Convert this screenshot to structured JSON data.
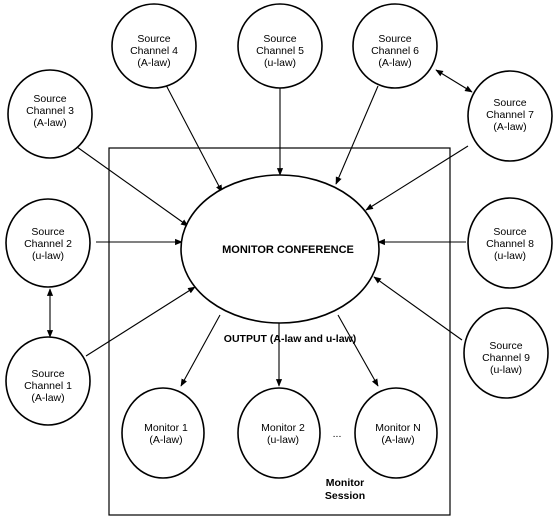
{
  "sources": [
    {
      "id": "s1",
      "lines": [
        "Source",
        "Channel 1",
        "(A-law)"
      ]
    },
    {
      "id": "s2",
      "lines": [
        "Source",
        "Channel 2",
        "(u-law)"
      ]
    },
    {
      "id": "s3",
      "lines": [
        "Source",
        "Channel 3",
        "(A-law)"
      ]
    },
    {
      "id": "s4",
      "lines": [
        "Source",
        "Channel 4",
        "(A-law)"
      ]
    },
    {
      "id": "s5",
      "lines": [
        "Source",
        "Channel 5",
        "(u-law)"
      ]
    },
    {
      "id": "s6",
      "lines": [
        "Source",
        "Channel 6",
        "(A-law)"
      ]
    },
    {
      "id": "s7",
      "lines": [
        "Source",
        "Channel 7",
        "(A-law)"
      ]
    },
    {
      "id": "s8",
      "lines": [
        "Source",
        "Channel 8",
        "(u-law)"
      ]
    },
    {
      "id": "s9",
      "lines": [
        "Source",
        "Channel 9",
        "(u-law)"
      ]
    }
  ],
  "conference": {
    "label": "MONITOR CONFERENCE"
  },
  "output": {
    "label": "OUTPUT (A-law and u-law)"
  },
  "monitors": [
    {
      "id": "m1",
      "lines": [
        "Monitor 1",
        "(A-law)"
      ]
    },
    {
      "id": "m2",
      "lines": [
        "Monitor 2",
        "(u-law)"
      ]
    },
    {
      "id": "mn",
      "lines": [
        "Monitor N",
        "(A-law)"
      ]
    }
  ],
  "ellipsis": "...",
  "session": {
    "lines": [
      "Monitor",
      "Session"
    ]
  }
}
